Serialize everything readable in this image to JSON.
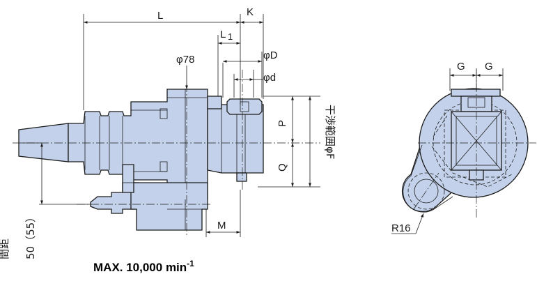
{
  "labels": {
    "L": "L",
    "K": "K",
    "L1": "L",
    "L1_sub": "1",
    "phi78": "φ78",
    "phiD": "φD",
    "phid": "φd",
    "P": "P",
    "Q": "Q",
    "M": "M",
    "G_left": "G",
    "G_right": "G",
    "R16": "R16",
    "interference_range": "干渉範囲φF",
    "center_distance_label": "間距",
    "center_distance_value": "50（55）"
  },
  "footer": {
    "max_speed_prefix": "MAX. 10,000 min",
    "max_speed_sup": "-1"
  },
  "colors": {
    "body_fill": "#c3d2ea",
    "outline": "#1b1b1b"
  }
}
